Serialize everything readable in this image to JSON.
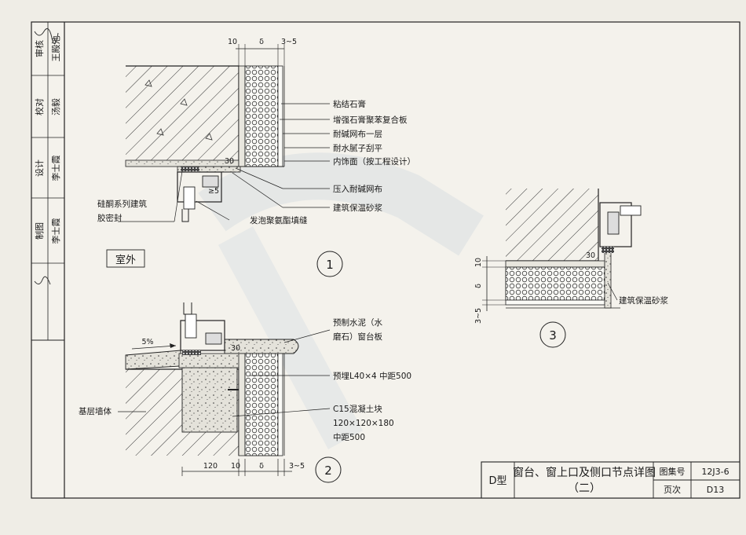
{
  "sidebar": {
    "rows": [
      {
        "role": "审核",
        "name": "王殿池"
      },
      {
        "role": "校对",
        "name": "汤毅"
      },
      {
        "role": "设计",
        "name": "李士霞"
      },
      {
        "role": "制图",
        "name": "李士霞"
      }
    ]
  },
  "details": {
    "d1": {
      "number": "1",
      "outside_label": "室外",
      "dims_top": [
        "10",
        "δ",
        "3~5"
      ],
      "dim_inline": "30",
      "dim_frame": "≥5",
      "labels_right": [
        "粘结石膏",
        "增强石膏聚苯复合板",
        "耐碱网布一层",
        "耐水腻子刮平",
        "内饰面（按工程设计）",
        "压入耐碱网布",
        "建筑保温砂浆"
      ],
      "label_left_line1": "硅酮系列建筑",
      "label_left_line2": "胶密封",
      "label_bottom": "发泡聚氨酯填缝"
    },
    "d2": {
      "number": "2",
      "slope": "5%",
      "dim_inline": "30",
      "label_sill_line1": "预制水泥（水",
      "label_sill_line2": "磨石）窗台板",
      "label_embed": "预埋L40×4 中距500",
      "label_block_line1": "C15混凝土块",
      "label_block_line2": "120×120×180",
      "label_block_line3": "中距500",
      "label_wall": "基层墙体",
      "dims_bottom": [
        "120",
        "10",
        "δ",
        "3~5"
      ]
    },
    "d3": {
      "number": "3",
      "dims_side": [
        "10",
        "δ",
        "3~5"
      ],
      "dim_inline": "30",
      "label": "建筑保温砂浆"
    }
  },
  "title_block": {
    "type": "D型",
    "title_line1": "窗台、窗上口及侧口节点详图",
    "title_line2": "（二）",
    "atlas_label": "图集号",
    "atlas_value": "12J3-6",
    "page_label": "页次",
    "page_value": "D13"
  }
}
